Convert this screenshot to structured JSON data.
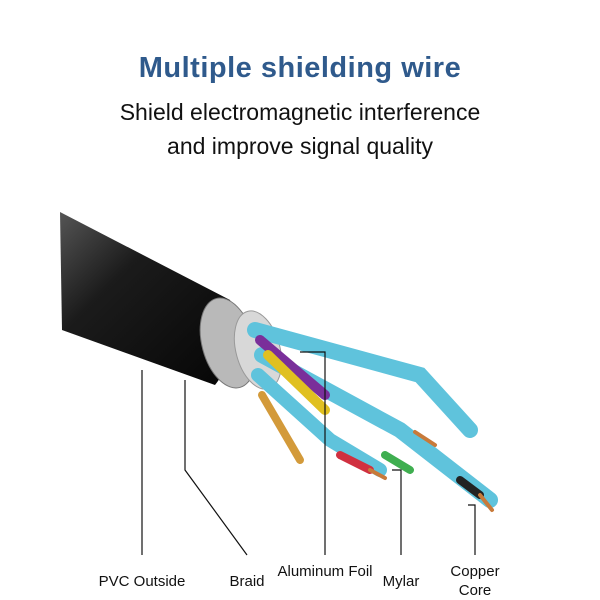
{
  "title": "Multiple shielding wire",
  "subtitle_line1": "Shield electromagnetic interference",
  "subtitle_line2": "and improve signal quality",
  "labels": {
    "pvc": "PVC Outside",
    "braid": "Braid",
    "aluminum": "Aluminum Foil",
    "mylar": "Mylar",
    "copper": "Copper Core"
  },
  "colors": {
    "title": "#2f5a8c",
    "jacket": "#1a1a1a",
    "foil": "#5fc3dc"
  }
}
